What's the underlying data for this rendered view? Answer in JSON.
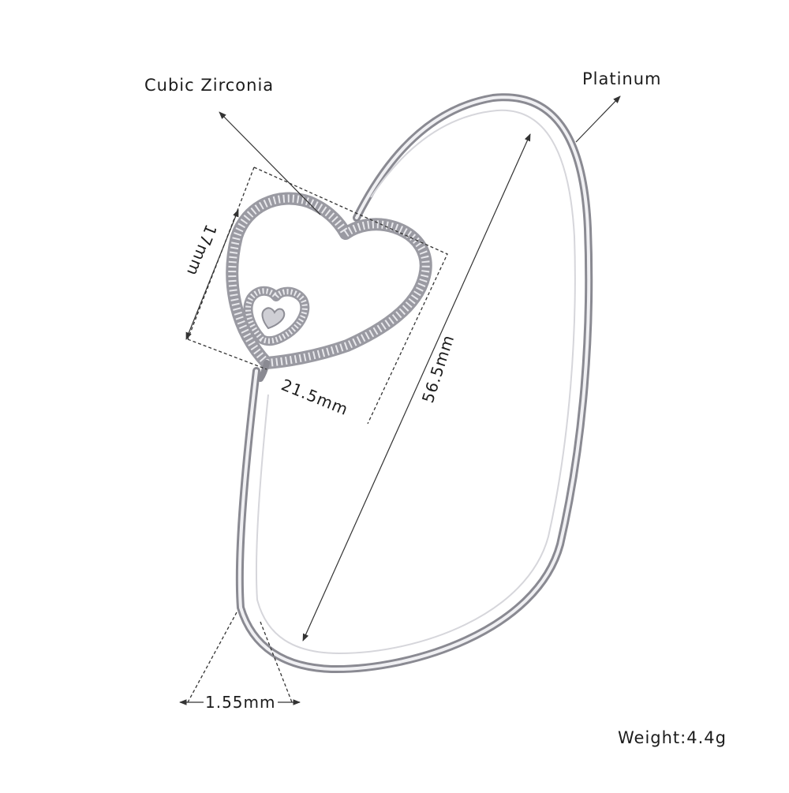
{
  "labels": {
    "material_gem": "Cubic Zirconia",
    "material_metal": "Platinum",
    "weight": "Weight:4.4g"
  },
  "dimensions": {
    "heart_height": "17mm",
    "heart_width": "21.5mm",
    "bangle_diameter": "56.5mm",
    "wire_thickness": "1.55mm"
  },
  "colors": {
    "metal_light": "#f4f4f6",
    "metal_mid": "#c9c9cf",
    "metal_dark": "#7c7c84",
    "annotation": "#333333",
    "background": "#ffffff"
  }
}
